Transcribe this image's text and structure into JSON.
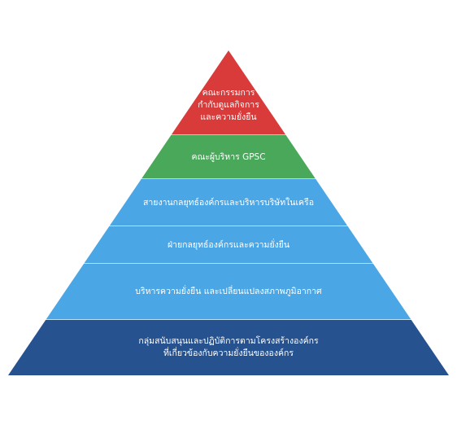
{
  "pyramid": {
    "tiers": [
      {
        "id": "board-committee",
        "lines": [
          "คณะกรรมการ",
          "กำกับดูแลกิจการ",
          "และความยั่งยืน"
        ],
        "color": "#d93a3a"
      },
      {
        "id": "management-committee",
        "lines": [
          "คณะผู้บริหาร GPSC"
        ],
        "color": "#49a85a"
      },
      {
        "id": "strategy-office",
        "lines": [
          "สายงานกลยุทธ์องค์กรและบริหารบริษัทในเครือ"
        ],
        "color": "#4ba6e6"
      },
      {
        "id": "strategy-department",
        "lines": [
          "ฝ่ายกลยุทธ์องค์กรและความยั่งยืน"
        ],
        "color": "#4ba6e6"
      },
      {
        "id": "sustainability-climate",
        "lines": [
          "บริหารความยั่งยืน และเปลี่ยนแปลงสภาพภูมิอากาศ"
        ],
        "color": "#4ba6e6"
      },
      {
        "id": "support-groups",
        "lines": [
          "กลุ่มสนับสนุนและปฏิบัติการตามโครงสร้างองค์กร",
          "ที่เกี่ยวข้องกับความยั่งยืนขององค์กร"
        ],
        "color": "#26528f"
      }
    ]
  }
}
